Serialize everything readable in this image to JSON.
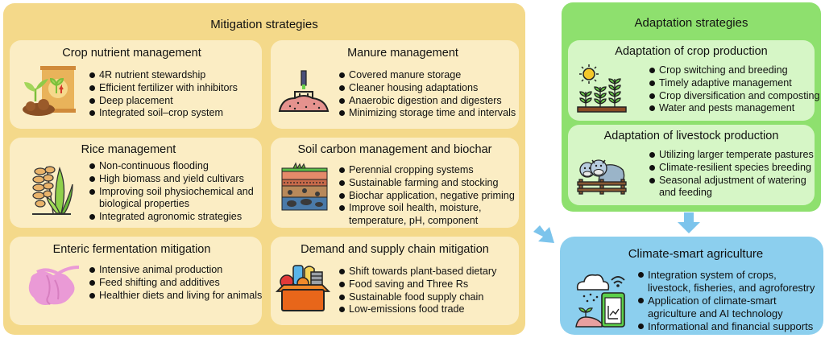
{
  "mitigation": {
    "title": "Mitigation strategies",
    "cards": [
      {
        "title": "Crop nutrient management",
        "icon": "fertilizer-bag-icon",
        "items": [
          "4R nutrient stewardship",
          "Efficient fertilizer with inhibitors",
          "Deep placement",
          "Integrated soil–crop system"
        ]
      },
      {
        "title": "Manure management",
        "icon": "manure-pitchfork-icon",
        "items": [
          "Covered manure storage",
          "Cleaner housing adaptations",
          "Anaerobic digestion and digesters",
          "Minimizing storage time and intervals"
        ]
      },
      {
        "title": "Rice management",
        "icon": "rice-plant-icon",
        "items": [
          "Non-continuous flooding",
          "High biomass and yield cultivars",
          "Improving soil physiochemical and",
          "biological properties",
          "Integrated agronomic strategies"
        ]
      },
      {
        "title": "Soil carbon management and biochar",
        "icon": "soil-layers-icon",
        "items": [
          "Perennial cropping systems",
          "Sustainable farming and stocking",
          "Biochar application, negative priming",
          "Improve soil health, moisture,",
          "temperature, pH, component"
        ]
      },
      {
        "title": "Enteric fermentation mitigation",
        "icon": "stomach-icon",
        "items": [
          "Intensive animal production",
          "Feed shifting and additives",
          "Healthier diets and living for animals"
        ]
      },
      {
        "title": "Demand and supply chain mitigation",
        "icon": "food-box-icon",
        "items": [
          "Shift towards plant-based dietary",
          "Food saving and Three Rs",
          "Sustainable food supply chain",
          "Low-emissions food trade"
        ]
      }
    ]
  },
  "adaptation": {
    "title": "Adaptation strategies",
    "cards": [
      {
        "title": "Adaptation of crop production",
        "icon": "sun-crops-icon",
        "items": [
          "Crop switching and breeding",
          "Timely adaptive management",
          "Crop diversification and composting",
          "Water and pests management"
        ]
      },
      {
        "title": "Adaptation of livestock production",
        "icon": "cows-fence-icon",
        "items": [
          "Utilizing larger temperate pastures",
          "Climate-resilient species breeding",
          "Seasonal adjustment of watering",
          "and feeding"
        ]
      }
    ]
  },
  "csa": {
    "title": "Climate-smart agriculture",
    "icon": "smart-farming-icon",
    "items": [
      "Integration system of crops,",
      "livestock, fisheries, and agroforestry",
      "Application of climate-smart",
      "agriculture and AI technology",
      "Informational and financial supports"
    ]
  },
  "colors": {
    "mitigation_bg": "#f4d98a",
    "mitigation_card": "#fbedc4",
    "adaptation_bg": "#8ee06e",
    "adaptation_card": "#d6f6c6",
    "csa_bg": "#8ccfee",
    "arrow": "#7cc4ec"
  }
}
